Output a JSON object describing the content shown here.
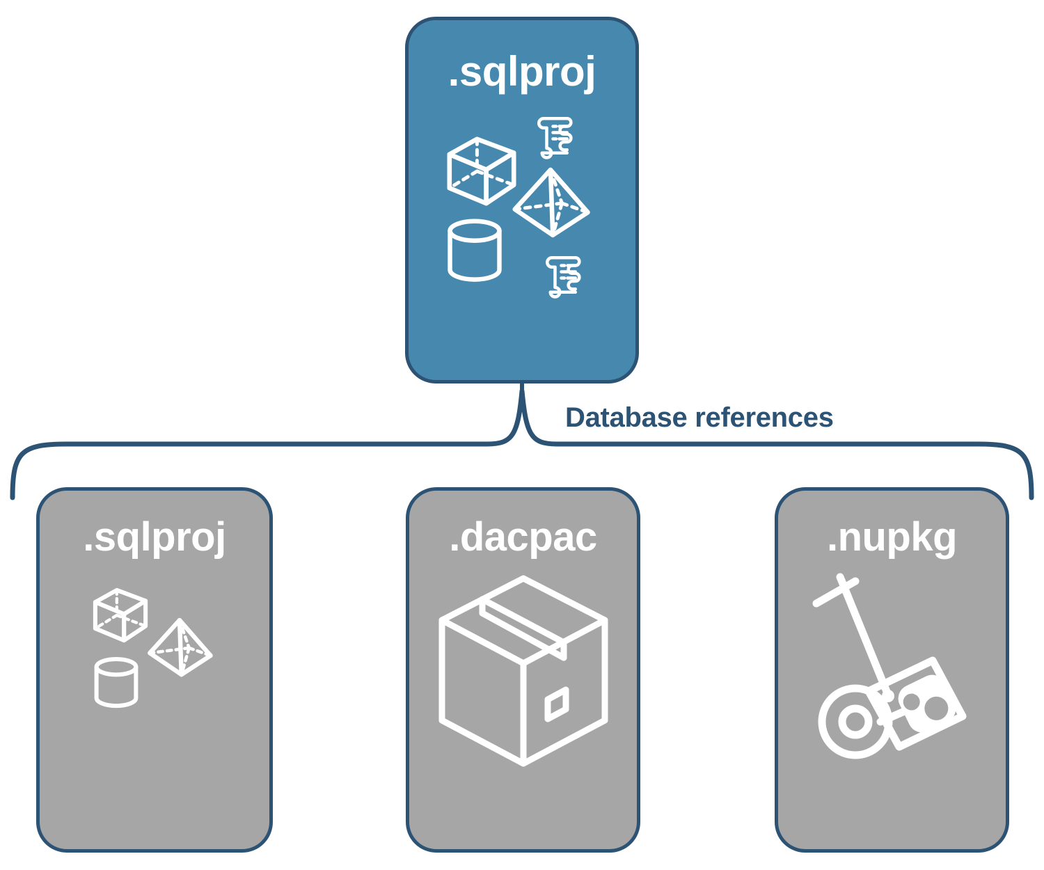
{
  "diagram": {
    "title": "SQL database project database references",
    "colors": {
      "source_fill": "#4789ae",
      "reference_fill": "#a6a6a6",
      "outline": "#2c5374",
      "icon_stroke": "#ffffff",
      "label_text": "#2c5374",
      "background": "#ffffff"
    },
    "source": {
      "label": ".sqlproj",
      "icons": [
        "wireframe-cube-icon",
        "scroll-script-icon",
        "wireframe-pyramid-icon",
        "wireframe-cylinder-icon",
        "scroll-script-icon"
      ]
    },
    "connector": {
      "label": "Database references",
      "shape": "curly-brace",
      "direction": "one-to-many"
    },
    "references": [
      {
        "label": ".sqlproj",
        "icons": [
          "wireframe-cube-icon",
          "wireframe-pyramid-icon",
          "wireframe-cylinder-icon"
        ]
      },
      {
        "label": ".dacpac",
        "icons": [
          "cardboard-box-icon"
        ]
      },
      {
        "label": ".nupkg",
        "icons": [
          "hand-truck-package-icon"
        ]
      }
    ]
  }
}
